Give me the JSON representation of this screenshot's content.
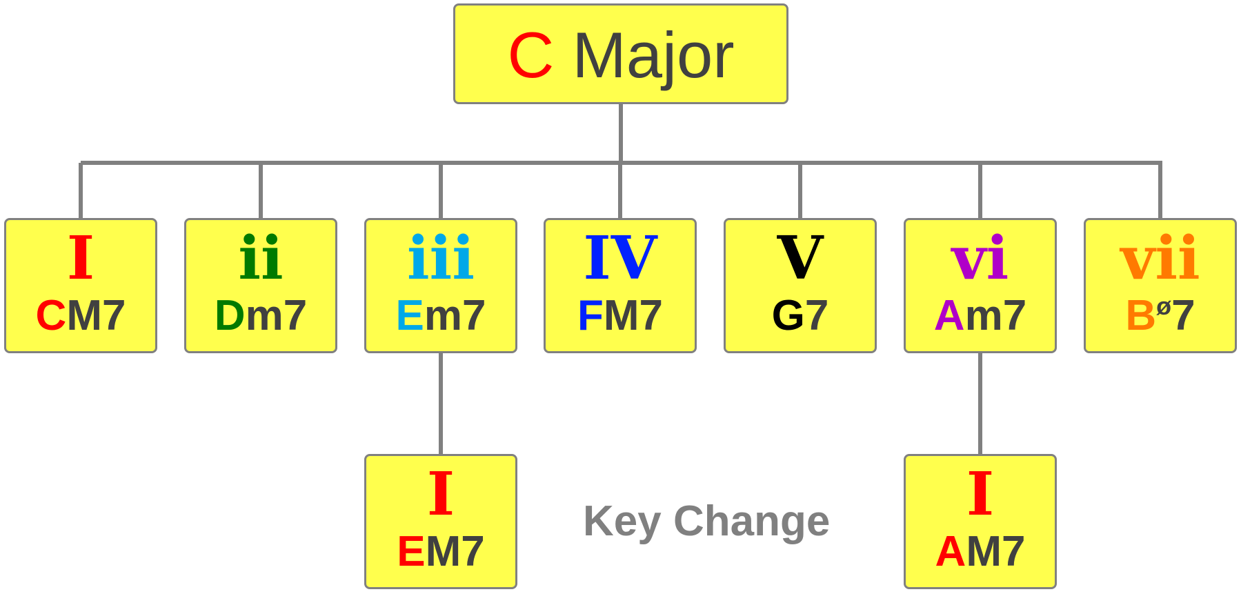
{
  "key": {
    "letter": "C",
    "name": "Major"
  },
  "colors": {
    "box_fill": "#ffff4d",
    "border": "#808080",
    "chord_text": "#404040",
    "caption": "#808080"
  },
  "degrees": [
    {
      "numeral": "I",
      "root": "C",
      "quality": "M7",
      "sup": "",
      "tail": "",
      "color": "#ff0000"
    },
    {
      "numeral": "ii",
      "root": "D",
      "quality": "m7",
      "sup": "",
      "tail": "",
      "color": "#007a00"
    },
    {
      "numeral": "iii",
      "root": "E",
      "quality": "m7",
      "sup": "",
      "tail": "",
      "color": "#00a8e8"
    },
    {
      "numeral": "IV",
      "root": "F",
      "quality": "M7",
      "sup": "",
      "tail": "",
      "color": "#0022ff"
    },
    {
      "numeral": "V",
      "root": "G",
      "quality": "7",
      "sup": "",
      "tail": "",
      "color": "#000000"
    },
    {
      "numeral": "vi",
      "root": "A",
      "quality": "m7",
      "sup": "",
      "tail": "",
      "color": "#b000c8"
    },
    {
      "numeral": "vii",
      "root": "B",
      "quality": "",
      "sup": "ø",
      "tail": "7",
      "color": "#ff7a00"
    }
  ],
  "key_changes": [
    {
      "from_degree": "iii",
      "numeral": "I",
      "root": "E",
      "quality": "M7",
      "color": "#ff0000"
    },
    {
      "from_degree": "vi",
      "numeral": "I",
      "root": "A",
      "quality": "M7",
      "color": "#ff0000"
    }
  ],
  "caption": "Key Change"
}
